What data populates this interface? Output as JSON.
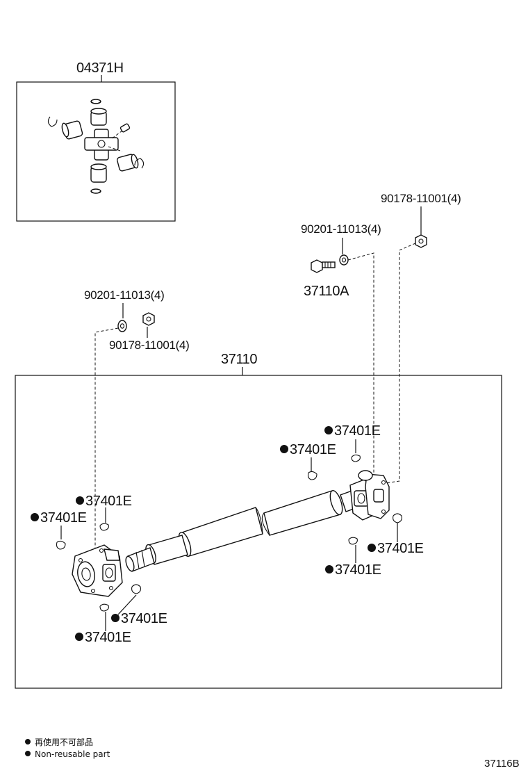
{
  "assembly_label": "37110",
  "kit_label": "04371H",
  "bolt_label": "37110A",
  "washer_top_label": "90201-11013(4)",
  "nut_top_label": "90178-11001(4)",
  "washer_left_label": "90201-11013(4)",
  "nut_left_label": "90178-11001(4)",
  "clip_label": "37401E",
  "legend": {
    "line_jp": "再使用不可部品",
    "line_en": "Non-reusable part"
  },
  "diagram_code": "37116B"
}
